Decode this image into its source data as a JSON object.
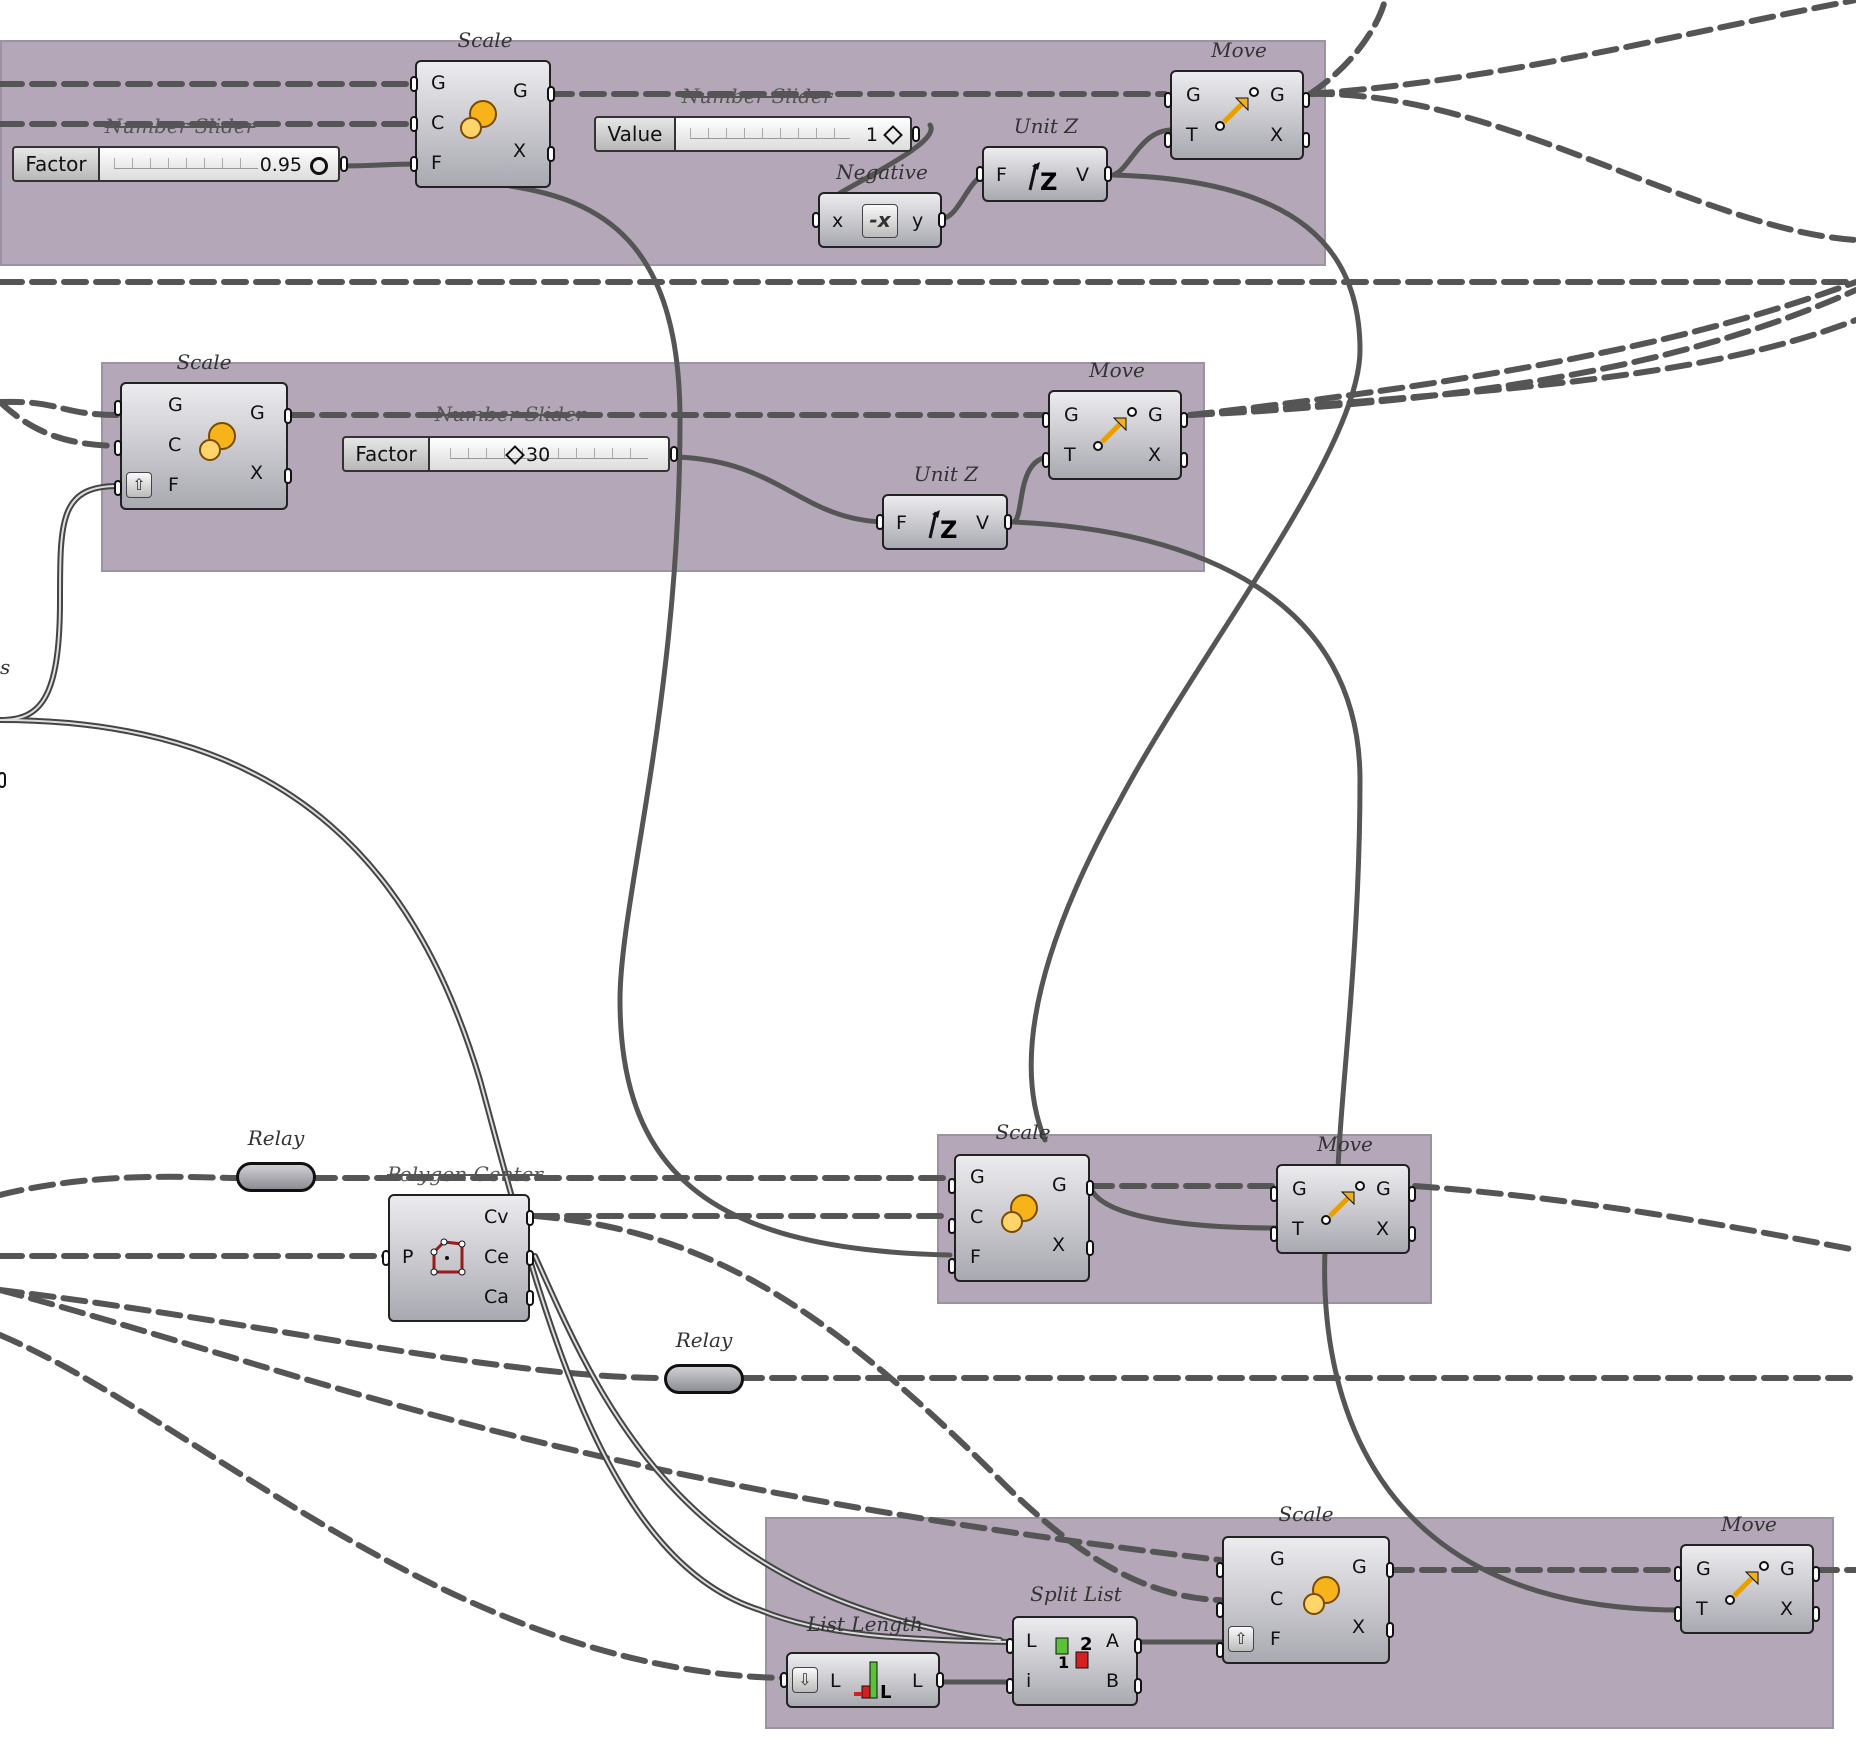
{
  "canvas": {
    "background": "#ffffff",
    "group_color": "#b3a7b8",
    "wire_color": "#555555"
  },
  "scale": {
    "title": "Scale",
    "in": [
      "G",
      "C",
      "F"
    ],
    "out": [
      "G",
      "X"
    ],
    "icon": "scale-icon"
  },
  "move": {
    "title": "Move",
    "in": [
      "G",
      "T"
    ],
    "out": [
      "G",
      "X"
    ],
    "icon": "move-arrow-icon"
  },
  "unitz": {
    "title": "Unit Z",
    "in": [
      "F"
    ],
    "out": [
      "V"
    ],
    "icon": "unit-z-icon"
  },
  "negative": {
    "title": "Negative",
    "in": [
      "x"
    ],
    "out": [
      "y"
    ],
    "icon": "negative-icon"
  },
  "slider_title": "Number Slider",
  "sliders": [
    {
      "label": "Factor",
      "value": "0.95"
    },
    {
      "label": "Value",
      "value": "1"
    },
    {
      "label": "Factor",
      "value": "30"
    }
  ],
  "relay": {
    "title": "Relay"
  },
  "polygon_center": {
    "title": "Polygon Center",
    "in": [
      "P"
    ],
    "out": [
      "Cv",
      "Ce",
      "Ca"
    ],
    "icon": "polygon-center-icon"
  },
  "split_list": {
    "title": "Split List",
    "in": [
      "L",
      "i"
    ],
    "out": [
      "A",
      "B"
    ],
    "icon": "split-list-icon",
    "icon_labels": [
      "2",
      "1"
    ]
  },
  "list_length": {
    "title": "List Length",
    "in": [
      "L"
    ],
    "out": [
      "L"
    ],
    "icon": "list-length-icon"
  },
  "edge_fragment": "s"
}
